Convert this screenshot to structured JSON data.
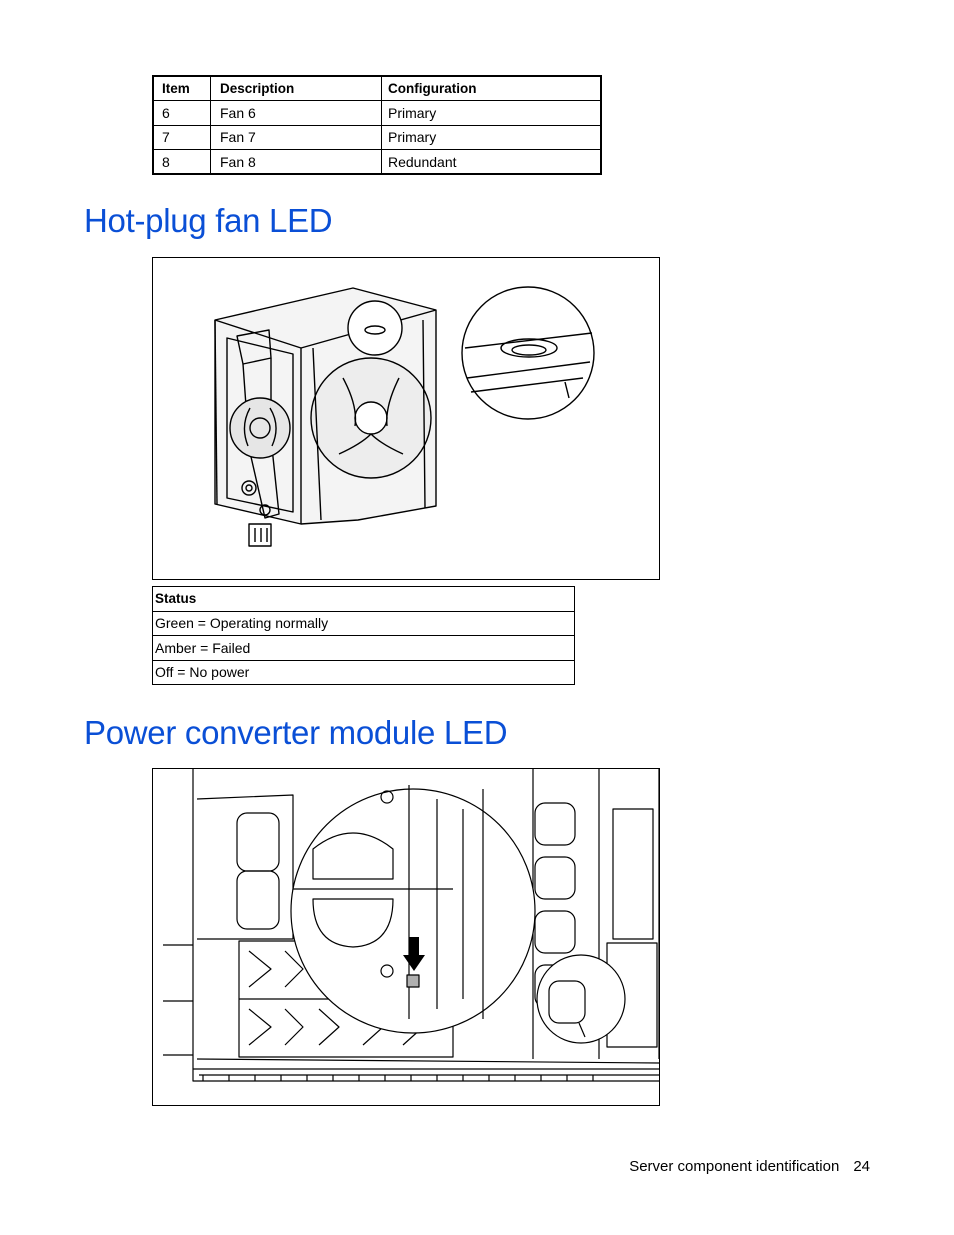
{
  "fan_table": {
    "headers": [
      "Item",
      "Description",
      "Configuration"
    ],
    "rows": [
      [
        "6",
        "Fan 6",
        "Primary"
      ],
      [
        "7",
        "Fan 7",
        "Primary"
      ],
      [
        "8",
        "Fan 8",
        "Redundant"
      ]
    ]
  },
  "section1": {
    "title": "Hot-plug fan LED"
  },
  "status_table": {
    "header": "Status",
    "rows": [
      "Green = Operating normally",
      "Amber = Failed",
      "Off = No power"
    ]
  },
  "section2": {
    "title": "Power converter module LED"
  },
  "footer": {
    "text": "Server component identification",
    "page": "24"
  }
}
